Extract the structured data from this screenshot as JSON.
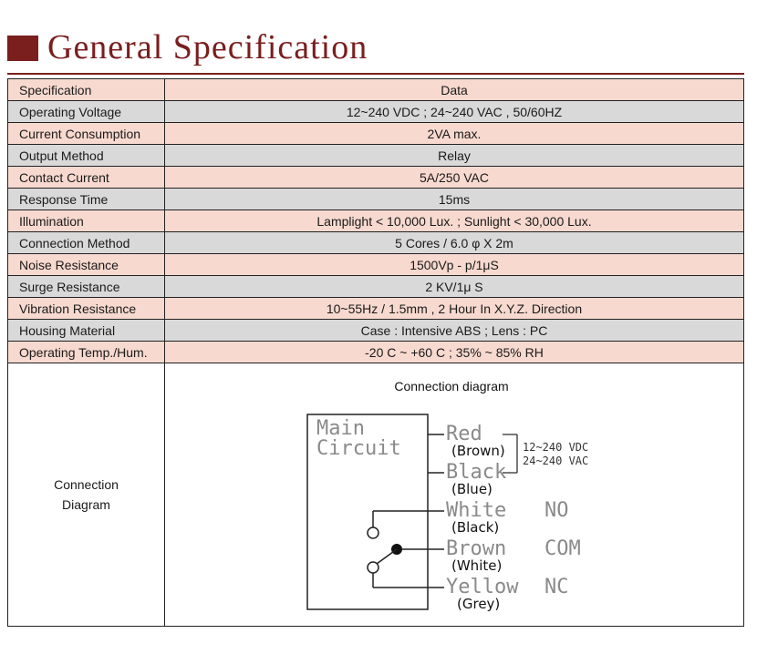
{
  "header": {
    "title": "General Specification"
  },
  "table": {
    "header": {
      "key": "Specification",
      "value": "Data"
    },
    "rows": [
      {
        "key": "Operating Voltage",
        "value": "12~240 VDC ; 24~240 VAC , 50/60HZ"
      },
      {
        "key": "Current Consumption",
        "value": "2VA max."
      },
      {
        "key": "Output Method",
        "value": "Relay"
      },
      {
        "key": "Contact Current",
        "value": "5A/250 VAC"
      },
      {
        "key": "Response Time",
        "value": "15ms"
      },
      {
        "key": "Illumination",
        "value": "Lamplight < 10,000 Lux. ; Sunlight < 30,000 Lux."
      },
      {
        "key": "Connection Method",
        "value": "5 Cores / 6.0 φ X 2m"
      },
      {
        "key": "Noise Resistance",
        "value": "1500Vp - p/1μS"
      },
      {
        "key": "Surge Resistance",
        "value": "2 KV/1μ S"
      },
      {
        "key": "Vibration Resistance",
        "value": "10~55Hz / 1.5mm , 2 Hour In X.Y.Z. Direction"
      },
      {
        "key": "Housing Material",
        "value": "Case : Intensive ABS ; Lens : PC"
      },
      {
        "key": "Operating Temp./Hum.",
        "value": "-20 C ~ +60 C ; 35% ~ 85% RH"
      }
    ],
    "connection": {
      "label_line1": "Connection",
      "label_line2": "Diagram"
    }
  },
  "diagram": {
    "title": "Connection diagram",
    "box_line1": "Main",
    "box_line2": "Circuit",
    "wires": [
      {
        "color": "Red",
        "sub": "(Brown)",
        "term": ""
      },
      {
        "color": "Black",
        "sub": "(Blue)",
        "term": ""
      },
      {
        "color": "White",
        "sub": "(Black)",
        "term": "NO"
      },
      {
        "color": "Brown",
        "sub": "(White)",
        "term": "COM"
      },
      {
        "color": "Yellow",
        "sub": "(Grey)",
        "term": "NC"
      }
    ],
    "supply_line1": "12~240  VDC",
    "supply_line2": "24~240  VAC"
  },
  "colors": {
    "accent": "#7a1e1e",
    "pink_row": "#f7d9cf",
    "gray_row": "#d9d9d9"
  }
}
